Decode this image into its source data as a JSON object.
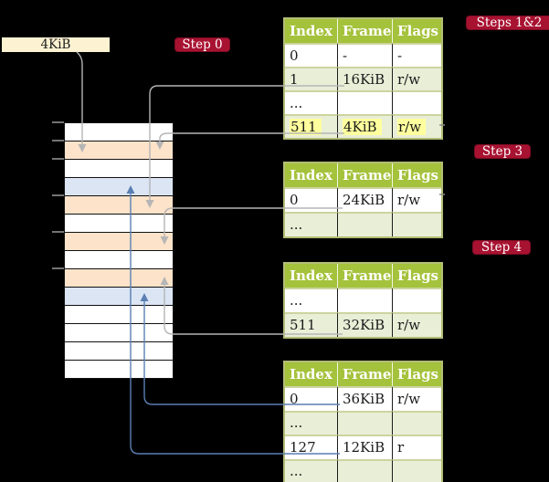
{
  "frame_label": {
    "text": "4KiB"
  },
  "badges": {
    "step0": "Step 0",
    "steps12": "Steps 1&2",
    "step3": "Step 3",
    "step4": "Step 4"
  },
  "memory": {
    "rows": [
      {
        "fill": "white"
      },
      {
        "fill": "peach"
      },
      {
        "fill": "white"
      },
      {
        "fill": "blue"
      },
      {
        "fill": "peach"
      },
      {
        "fill": "white"
      },
      {
        "fill": "peach"
      },
      {
        "fill": "white"
      },
      {
        "fill": "peach"
      },
      {
        "fill": "blue"
      },
      {
        "fill": "white"
      },
      {
        "fill": "white"
      },
      {
        "fill": "white"
      },
      {
        "fill": "white"
      }
    ]
  },
  "tables": [
    {
      "headers": [
        "Index",
        "Frame",
        "Flags"
      ],
      "rows": [
        {
          "cells": [
            "0",
            "-",
            "-"
          ],
          "highlight": false
        },
        {
          "cells": [
            "1",
            "16KiB",
            "r/w"
          ],
          "highlight": false
        },
        {
          "cells": [
            "...",
            "",
            ""
          ],
          "highlight": false
        },
        {
          "cells": [
            "511",
            "4KiB",
            "r/w"
          ],
          "highlight": true
        }
      ]
    },
    {
      "headers": [
        "Index",
        "Frame",
        "Flags"
      ],
      "rows": [
        {
          "cells": [
            "0",
            "24KiB",
            "r/w"
          ],
          "highlight": false
        },
        {
          "cells": [
            "...",
            "",
            ""
          ],
          "highlight": false
        }
      ]
    },
    {
      "headers": [
        "Index",
        "Frame",
        "Flags"
      ],
      "rows": [
        {
          "cells": [
            "...",
            "",
            ""
          ],
          "highlight": false
        },
        {
          "cells": [
            "511",
            "32KiB",
            "r/w"
          ],
          "highlight": false
        }
      ]
    },
    {
      "headers": [
        "Index",
        "Frame",
        "Flags"
      ],
      "rows": [
        {
          "cells": [
            "0",
            "36KiB",
            "r/w"
          ],
          "highlight": false
        },
        {
          "cells": [
            "...",
            "",
            ""
          ],
          "highlight": false
        },
        {
          "cells": [
            "127",
            "12KiB",
            "r"
          ],
          "highlight": false
        },
        {
          "cells": [
            "...",
            "",
            ""
          ],
          "highlight": false
        }
      ]
    }
  ],
  "colors": {
    "header_green": "#a5c23c",
    "row_light_green": "#e9eed7",
    "table_border_olive": "#b3bd77",
    "peach": "#fce3c9",
    "light_blue": "#dbe5f4",
    "highlight_yellow": "#ffff9e",
    "badge_red": "#a81231",
    "cream": "#fdf3d2",
    "arrow_gray": "#b5b5b5",
    "arrow_blue": "#5b7fb3"
  }
}
